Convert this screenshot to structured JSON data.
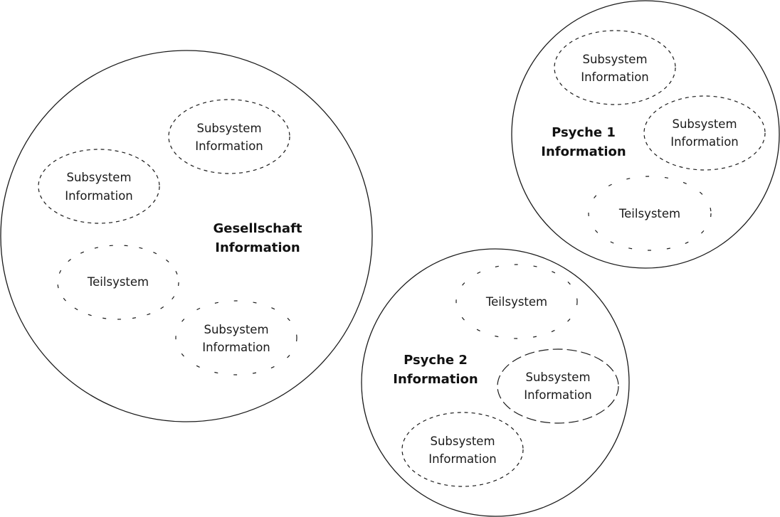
{
  "diagram": {
    "systems": [
      {
        "id": "gesellschaft",
        "label_line1": "Gesellschaft",
        "label_line2": "Information",
        "subsystems": [
          {
            "line1": "Subsystem",
            "line2": "Information",
            "border": "dashed"
          },
          {
            "line1": "Subsystem",
            "line2": "Information",
            "border": "dashed"
          },
          {
            "line1": "Teilsystem",
            "line2": "",
            "border": "sparse-dashed"
          },
          {
            "line1": "Subsystem",
            "line2": "Information",
            "border": "very-sparse-dashed"
          }
        ]
      },
      {
        "id": "psyche-1",
        "label_line1": "Psyche 1",
        "label_line2": "Information",
        "subsystems": [
          {
            "line1": "Subsystem",
            "line2": "Information",
            "border": "dashed"
          },
          {
            "line1": "Subsystem",
            "line2": "Information",
            "border": "dashed"
          },
          {
            "line1": "Teilsystem",
            "line2": "",
            "border": "very-sparse-dashed"
          }
        ]
      },
      {
        "id": "psyche-2",
        "label_line1": "Psyche 2",
        "label_line2": "Information",
        "subsystems": [
          {
            "line1": "Teilsystem",
            "line2": "",
            "border": "very-sparse-dashed"
          },
          {
            "line1": "Subsystem",
            "line2": "Information",
            "border": "long-dashed"
          },
          {
            "line1": "Subsystem",
            "line2": "Information",
            "border": "dashed"
          }
        ]
      }
    ]
  }
}
